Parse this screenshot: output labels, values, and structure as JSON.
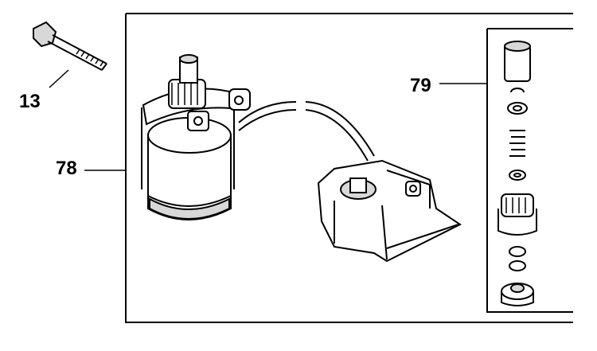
{
  "callouts": {
    "bolt": "13",
    "starter_motor": "78",
    "drive_kit": "79"
  },
  "colors": {
    "ink": "#000000",
    "paper": "#ffffff",
    "shade": "#d8d8d8"
  }
}
